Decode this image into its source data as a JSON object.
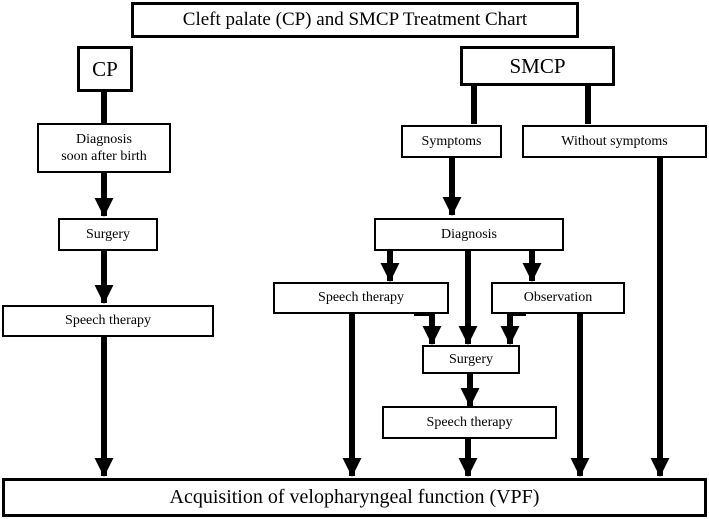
{
  "diagram": {
    "title": "Cleft palate (CP) and SMCP Treatment Chart",
    "cp": {
      "label": "CP",
      "diagnosis": "Diagnosis\nsoon after birth",
      "surgery": "Surgery",
      "speech_therapy": "Speech therapy"
    },
    "smcp": {
      "label": "SMCP",
      "symptoms": "Symptoms",
      "without_symptoms": "Without symptoms",
      "diagnosis": "Diagnosis",
      "speech_therapy_left": "Speech therapy",
      "observation": "Observation",
      "surgery": "Surgery",
      "speech_therapy_final": "Speech therapy"
    },
    "outcome": "Acquisition of velopharyngeal function (VPF)",
    "line_color": "#000000"
  }
}
